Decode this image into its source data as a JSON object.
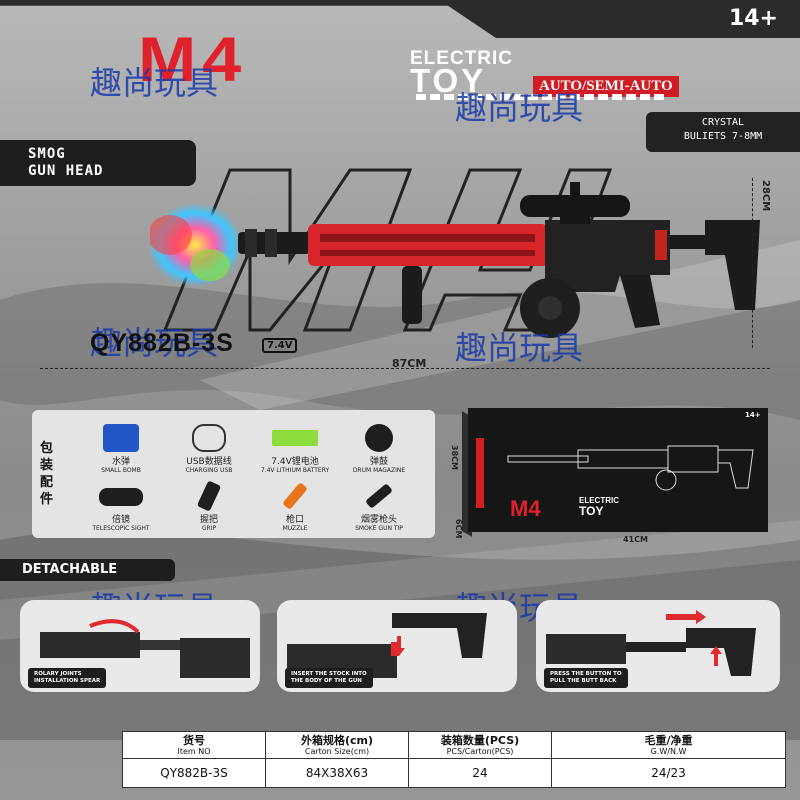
{
  "header": {
    "age": "14+",
    "brand": "M4",
    "electric": "ELECTRIC",
    "toy": "TOY",
    "auto": "AUTO/SEMI-AUTO",
    "crystal_line1": "CRYSTAL",
    "crystal_line2": "BULIETS 7-8MM",
    "smog_line1": "SMOG",
    "smog_line2": "GUN HEAD"
  },
  "watermark": "趣尚玩具",
  "product": {
    "model": "QY882B-3S",
    "battery": "7.4V",
    "length": "87CM",
    "height": "28CM"
  },
  "accessories": {
    "title": "包装配件",
    "items": [
      {
        "cn": "水弹",
        "en": "SMALL BOMB"
      },
      {
        "cn": "USB数据线",
        "en": "CHARGING USB"
      },
      {
        "cn": "7.4V锂电池",
        "en": "7.4V LITHIUM BATTERY"
      },
      {
        "cn": "弹鼓",
        "en": "DRUM MAGAZINE"
      },
      {
        "cn": "倍镜",
        "en": "TELESCOPIC SIGHT"
      },
      {
        "cn": "握把",
        "en": "GRIP"
      },
      {
        "cn": "枪口",
        "en": "MUZZLE"
      },
      {
        "cn": "烟雾枪头",
        "en": "SMOKE GUN TIP"
      }
    ]
  },
  "box": {
    "brand": "M4",
    "electric": "ELECTRIC",
    "toy": "TOY",
    "age": "14+",
    "height": "38CM",
    "depth": "6CM",
    "width": "41CM"
  },
  "detachable": {
    "title": "DETACHABLE",
    "steps": [
      {
        "line1": "ROLARY JOINTS",
        "line2": "INSTALLATION SPEAR"
      },
      {
        "line1": "INSERT THE STOCK INTO",
        "line2": "THE BODY OF THE GUN"
      },
      {
        "line1": "PRESS THE BUTTON TO",
        "line2": "PULL THE BUTT BACK"
      }
    ]
  },
  "spec_table": {
    "headers": [
      {
        "cn": "货号",
        "en": "Item NO"
      },
      {
        "cn": "外箱规格(cm)",
        "en": "Carton Size(cm)"
      },
      {
        "cn": "装箱数量(PCS)",
        "en": "PCS/Carton(PCS)"
      },
      {
        "cn": "毛重/净重",
        "en": "G.W/N.W"
      }
    ],
    "values": [
      "QY882B-3S",
      "84X38X63",
      "24",
      "24/23"
    ]
  },
  "colors": {
    "brand_red": "#e0202a",
    "watermark_blue": "#1a3aa8",
    "dark": "#1e1e1e"
  }
}
